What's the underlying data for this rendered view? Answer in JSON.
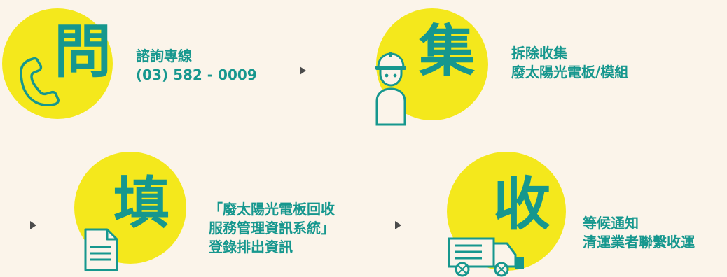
{
  "steps": [
    {
      "char": "問",
      "lines": [
        "諮詢專線",
        "(03) 582 - 0009"
      ],
      "icon": "phone-icon"
    },
    {
      "char": "集",
      "lines": [
        "拆除收集",
        "廢太陽光電板/模組"
      ],
      "icon": "worker-icon"
    },
    {
      "char": "填",
      "lines": [
        "「廢太陽光電板回收",
        "服務管理資訊系統」",
        "登錄排出資訊"
      ],
      "icon": "document-icon"
    },
    {
      "char": "收",
      "lines": [
        "等候通知",
        "清運業者聯繫收運"
      ],
      "icon": "truck-icon"
    }
  ],
  "colors": {
    "background": "#fbf4ea",
    "circle": "#f4e81c",
    "teal": "#16978e",
    "arrow": "#4b4b4b"
  }
}
